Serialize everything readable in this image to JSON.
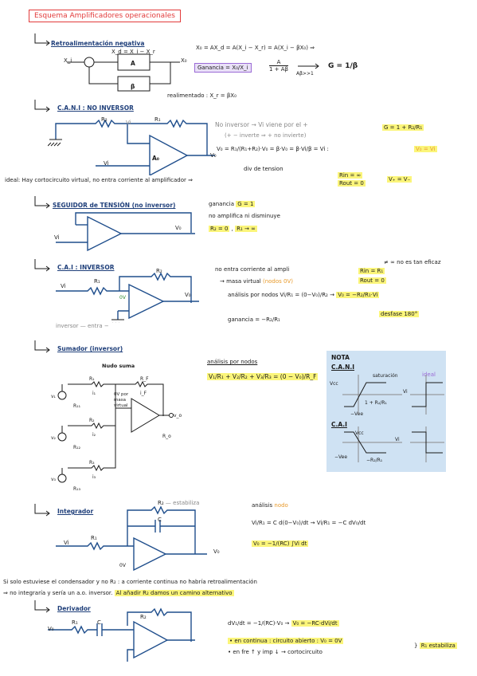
{
  "title": "Esquema Amplificadores operacionales",
  "retro": {
    "heading": "Retroalimentación negativa",
    "eq1": "X₀ = AX_d = A(X_i − X_r) = A(X_i − βX₀) ⇒",
    "box_top": "X_d = X_i − X_r",
    "block_a": "A",
    "block_b": "β",
    "xi": "X_i",
    "xo": "X₀",
    "ganancia_label": "Ganancia =",
    "ganancia_frac_num": "X₀",
    "ganancia_frac_den": "X_i",
    "ganancia_eq_num": "A",
    "ganancia_eq_den": "1 + Aβ",
    "limit": "Aβ>>1",
    "g_result": "G = 1/β",
    "realimentado": "realimentado : X_r = βX₀"
  },
  "cani": {
    "heading": "C.A.N.I : NO INVERSOR",
    "r2": "R₂",
    "r1": "R₁",
    "vi_top": "Vi",
    "ao": "A₀",
    "vo": "V₀",
    "vi": "Vi",
    "line1": "No inversor → Vi viene por el +",
    "line2": "(+ − inverte ⇒ + no invierte)",
    "gain": "G = 1 + R₂/R₁",
    "vo_eq": "V₀ = R₁/(R₁+R₂)·V₀ = β·V₀ = β·Vi/β = Vi :",
    "vo_hl": "V₀ = Vi",
    "divisor": "div de tension",
    "ideal": "ideal: Hay cortocircuito virtual, no entra corriente al amplificador ⇒",
    "rin": "Rin = ∞",
    "rout": "Rout = 0",
    "vplus": "V₊ = V₋"
  },
  "seguidor": {
    "heading": "SEGUIDOR de TENSIÓN (no inversor)",
    "vi": "Vi",
    "vo": "V₀",
    "g": "ganancia",
    "g_hl": "G = 1",
    "l2": "no amplifica ni disminuye",
    "r_hl": "R₂ = 0",
    "r1": "R₁ → ∞"
  },
  "cai": {
    "heading": "C.A.I : INVERSOR",
    "r2": "R₂",
    "r1": "R₁",
    "vi": "Vi",
    "vo": "V₀",
    "ov": "0V",
    "l1": "no entra corriente al ampli",
    "l2": "masa virtual",
    "l2b": "(nodos 0V)",
    "rin": "Rin = R₁",
    "rout": "Rout = 0",
    "note": "≠ ∞ no es tan eficaz",
    "analisis": "análisis por nodos",
    "eq": "Vi/R₁ = (0−V₀)/R₂ →",
    "eq_hl": "V₀ = −R₂/R₁·Vi",
    "desfase": "desfase 180°",
    "ganancia": "ganancia = −R₂/R₁",
    "grey": "inversor — entra −"
  },
  "sumador": {
    "heading": "Sumador (inversor)",
    "nudo": "Nudo suma",
    "labels": [
      "R₁",
      "R₂",
      "R₃",
      "R_F",
      "i₁",
      "i₂",
      "i₃",
      "i_F",
      "v₁",
      "v₂",
      "v₃",
      "R₁₁",
      "R₁₂",
      "R₁₃",
      "v_o",
      "R_o"
    ],
    "masa": "0V por masa virtual",
    "analisis": "análisis por nodos",
    "eq": "V₁/R₁ + V₂/R₂ + V₃/R₃ = (0 − V₀)/R_F"
  },
  "nota": {
    "title": "NOTA",
    "cani": "C.A.N.I",
    "ideal": "ideal",
    "saturacion": "saturación",
    "vcc": "Vcc",
    "vee": "−Vee",
    "slope1": "1 + R₂/R₁",
    "vi": "Vi",
    "cai": "C.A.I",
    "slope2": "−R₂/R₁"
  },
  "integrador": {
    "heading": "Integrador",
    "r2": "R₂",
    "estab": "estabiliza",
    "c": "C",
    "r1": "R₁",
    "vi": "Vi",
    "vo": "V₀",
    "ov": "0V",
    "analisis": "análisis",
    "nodo": "nodo",
    "eq1": "Vi/R₁ = C d(0−V₀)/dt → Vi/R₁ = −C dV₀/dt",
    "eq2_hl": "V₀ = −1/(RC) ∫Vi dt",
    "p1": "Si solo estuviese el condensador y no R₂ : a corriente continua no habría retroalimentación",
    "p2": "⇒ no integraría y sería un a.o. inversor.",
    "p2_hl": "Al añadir R₂ damos un camino alternativo"
  },
  "derivador": {
    "heading": "Derivador",
    "r1": "R₁",
    "c": "C",
    "r2": "R₂",
    "vi": "V₀",
    "eq": "dV₁/dt = −1/(RC)·V₀ →",
    "eq_hl": "V₀ = −RC·dVi/dt",
    "b1": "• en continua : circuito abierto : V₀ = 0V",
    "b2": "• en fre ↑ y imp ↓ → cortocircuito",
    "estab": "R₁ estabiliza"
  }
}
